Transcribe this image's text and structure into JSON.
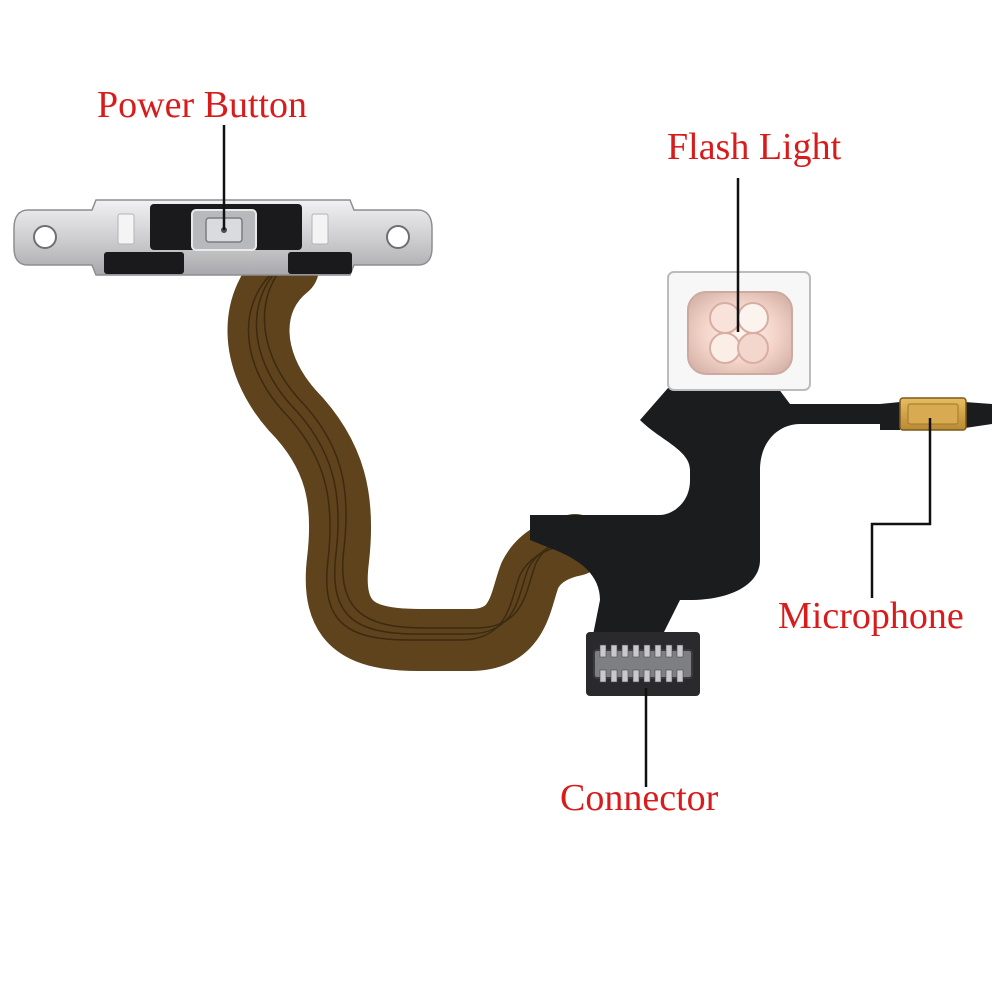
{
  "labels": {
    "power_button": "Power Button",
    "flash_light": "Flash Light",
    "microphone": "Microphone",
    "connector": "Connector"
  },
  "colors": {
    "label_text": "#d81c1c",
    "leader_line": "#111111",
    "flex_cable_amber": "#5e431c",
    "flex_cable_black": "#1b1c1e",
    "metal_bracket": "#d7d7d9",
    "microphone_gold": "#d2a548"
  }
}
